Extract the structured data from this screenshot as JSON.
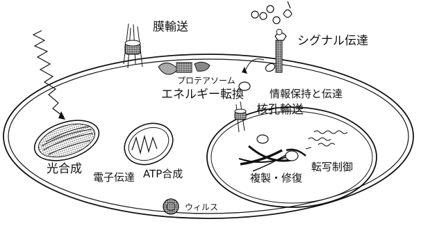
{
  "labels": {
    "membrane_transport": "膜輸送",
    "signal_transduction": "シグナル伝達",
    "proteasome": "プロテアソーム",
    "energy_conversion": "エネルギー転換",
    "info_retention": "情報保持と伝達",
    "nuclear_pore_transport": "核孔輸送",
    "photosynthesis": "光合成",
    "electron_transport": "電子伝達",
    "atp_synthesis": "ATP合成",
    "transcription_control": "転写制御",
    "replication_repair": "複製・修復",
    "virus": "ウィルス"
  },
  "colors": {
    "ink": "#111111",
    "paper": "#ffffff"
  }
}
